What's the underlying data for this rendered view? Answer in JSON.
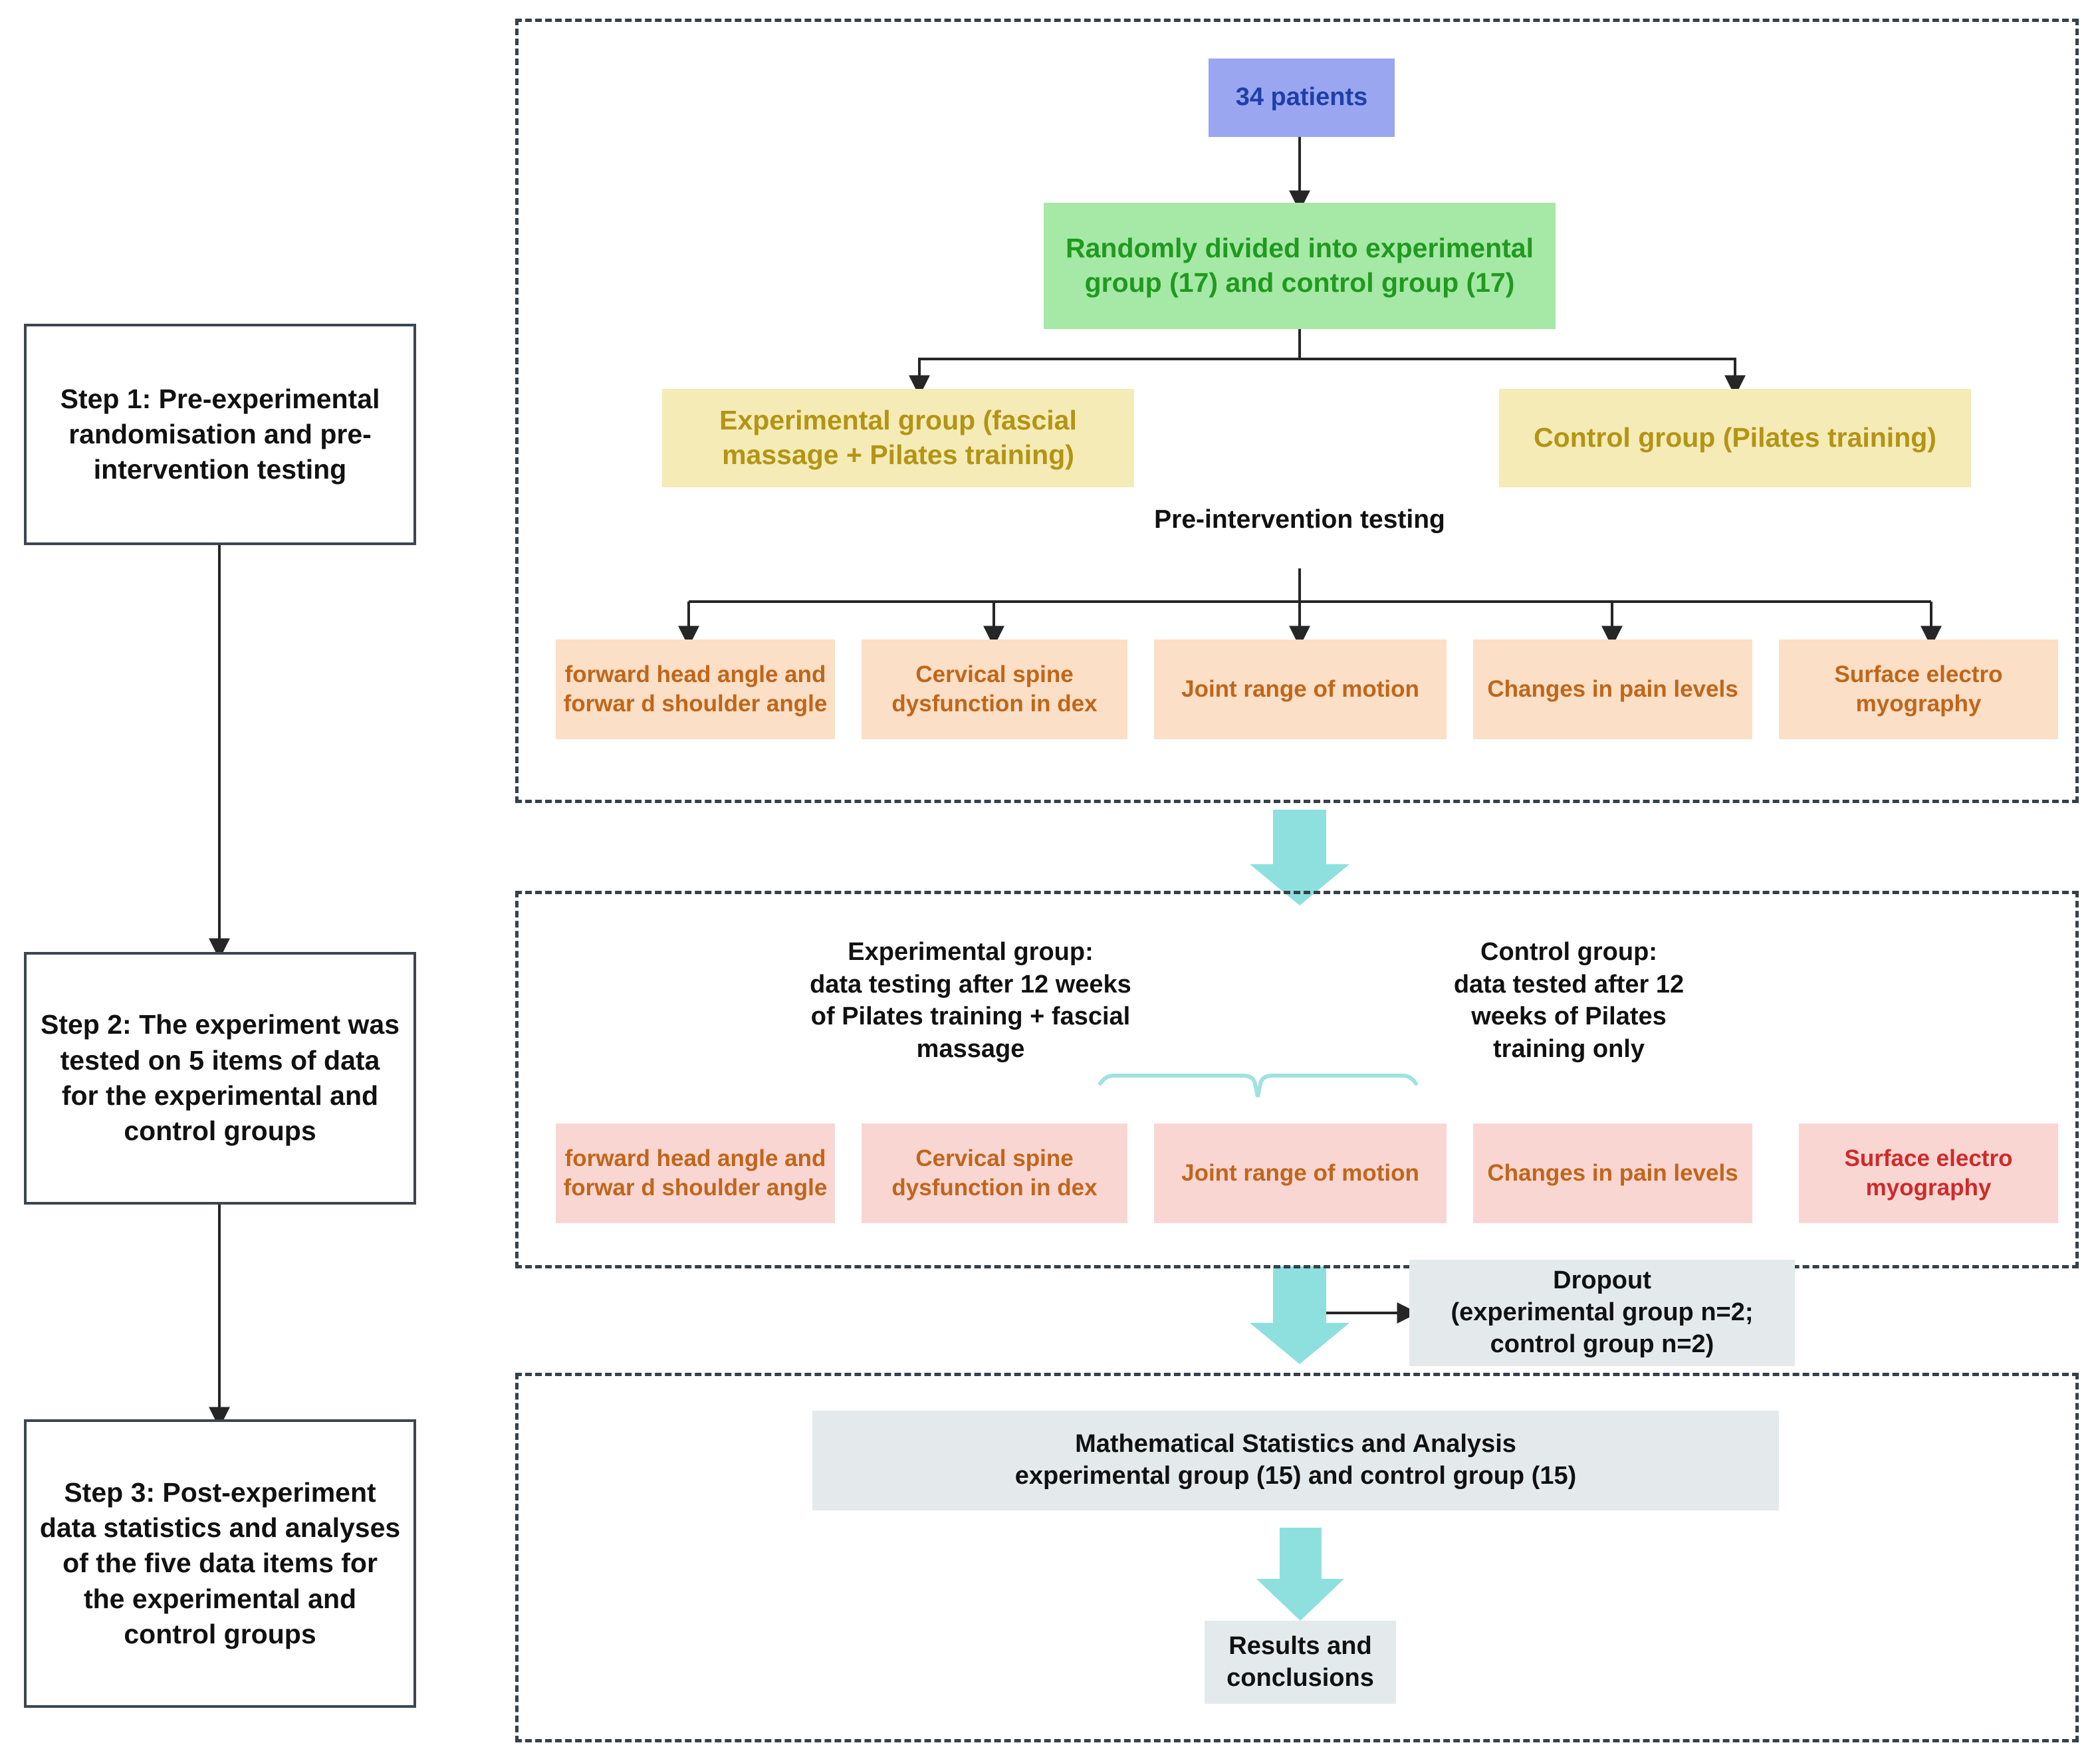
{
  "steps": [
    {
      "id": "step1",
      "label": "Step 1: Pre-experimental randomisation and pre-intervention testing"
    },
    {
      "id": "step2",
      "label": "Step 2: The experiment was tested on 5 items of data for the experimental and control groups"
    },
    {
      "id": "step3",
      "label": "Step 3: Post-experiment data statistics and analyses of the five data items for the experimental and control groups"
    }
  ],
  "panel1": {
    "patients": "34 patients",
    "randomisation": "Randomly divided into experimental group (17) and control group (17)",
    "experimental_group": "Experimental group (fascial massage + Pilates training)",
    "control_group": "Control group (Pilates training)",
    "pre_intervention_label": "Pre-intervention testing",
    "measures": [
      "forward head angle and forwar d shoulder angle",
      "Cervical spine dysfunction in dex",
      "Joint range of motion",
      "Changes in pain levels",
      "Surface electro myography"
    ]
  },
  "panel2": {
    "experimental_note": "Experimental group:\ndata testing after 12 weeks\nof Pilates training + fascial\nmassage",
    "control_note": "Control group:\ndata tested after 12\nweeks of Pilates\ntraining only",
    "measures": [
      "forward head angle and forwar d shoulder angle",
      "Cervical spine dysfunction in dex",
      "Joint range of motion",
      "Changes in pain levels",
      "Surface electro myography"
    ]
  },
  "dropout": "Dropout\n(experimental group n=2;\ncontrol group n=2)",
  "panel3": {
    "statistics": "Mathematical Statistics and Analysis\nexperimental group (15) and control group (15)",
    "results": "Results and conclusions"
  },
  "colors": {
    "blue_fill": "#9aa6f0",
    "blue_text": "#1f3fa8",
    "green_fill": "#a6e8a6",
    "green_text": "#1f9a1f",
    "yellow_fill": "#f5ebb7",
    "yellow_text": "#b39414",
    "orange_fill": "#fbdfc6",
    "orange_text": "#c0661a",
    "pink_fill": "#fad6d3",
    "red_text": "#cf2a2a",
    "grey_fill": "#e4eaec",
    "teal_arrow": "#8ee0de",
    "dash_border": "#364049",
    "connector": "#262626"
  },
  "chart_data": {
    "type": "flowchart",
    "title": "Experimental design flowchart",
    "nodes": [
      {
        "id": "patients",
        "label": "34 patients",
        "stage": 1
      },
      {
        "id": "randomisation",
        "label": "Randomly divided into experimental group (17) and control group (17)",
        "stage": 1
      },
      {
        "id": "exp_group",
        "label": "Experimental group (fascial massage + Pilates training)",
        "stage": 1
      },
      {
        "id": "ctl_group",
        "label": "Control group (Pilates training)",
        "stage": 1
      },
      {
        "id": "pre_test",
        "label": "Pre-intervention testing",
        "stage": 1
      },
      {
        "id": "m1",
        "label": "forward head angle and forwar d shoulder angle",
        "stage": 1
      },
      {
        "id": "m2",
        "label": "Cervical spine dysfunction in dex",
        "stage": 1
      },
      {
        "id": "m3",
        "label": "Joint range of motion",
        "stage": 1
      },
      {
        "id": "m4",
        "label": "Changes in pain levels",
        "stage": 1
      },
      {
        "id": "m5",
        "label": "Surface electro myography",
        "stage": 1
      },
      {
        "id": "p2_exp",
        "label": "Experimental group: data testing after 12 weeks of Pilates training + fascial massage",
        "stage": 2
      },
      {
        "id": "p2_ctl",
        "label": "Control group: data tested after 12 weeks of Pilates training only",
        "stage": 2
      },
      {
        "id": "p2_m1",
        "label": "forward head angle and forwar d shoulder angle",
        "stage": 2
      },
      {
        "id": "p2_m2",
        "label": "Cervical spine dysfunction in dex",
        "stage": 2
      },
      {
        "id": "p2_m3",
        "label": "Joint range of motion",
        "stage": 2
      },
      {
        "id": "p2_m4",
        "label": "Changes in pain levels",
        "stage": 2
      },
      {
        "id": "p2_m5",
        "label": "Surface electro myography",
        "stage": 2
      },
      {
        "id": "dropout",
        "label": "Dropout (experimental group n=2; control group n=2)",
        "stage": 2
      },
      {
        "id": "stats",
        "label": "Mathematical Statistics and Analysis experimental group (15) and control group (15)",
        "stage": 3
      },
      {
        "id": "results",
        "label": "Results and conclusions",
        "stage": 3
      }
    ],
    "counts": {
      "total_patients": 34,
      "experimental_initial": 17,
      "control_initial": 17,
      "experimental_dropout": 2,
      "control_dropout": 2,
      "experimental_final": 15,
      "control_final": 15,
      "intervention_weeks": 12,
      "measures_count": 5
    }
  }
}
